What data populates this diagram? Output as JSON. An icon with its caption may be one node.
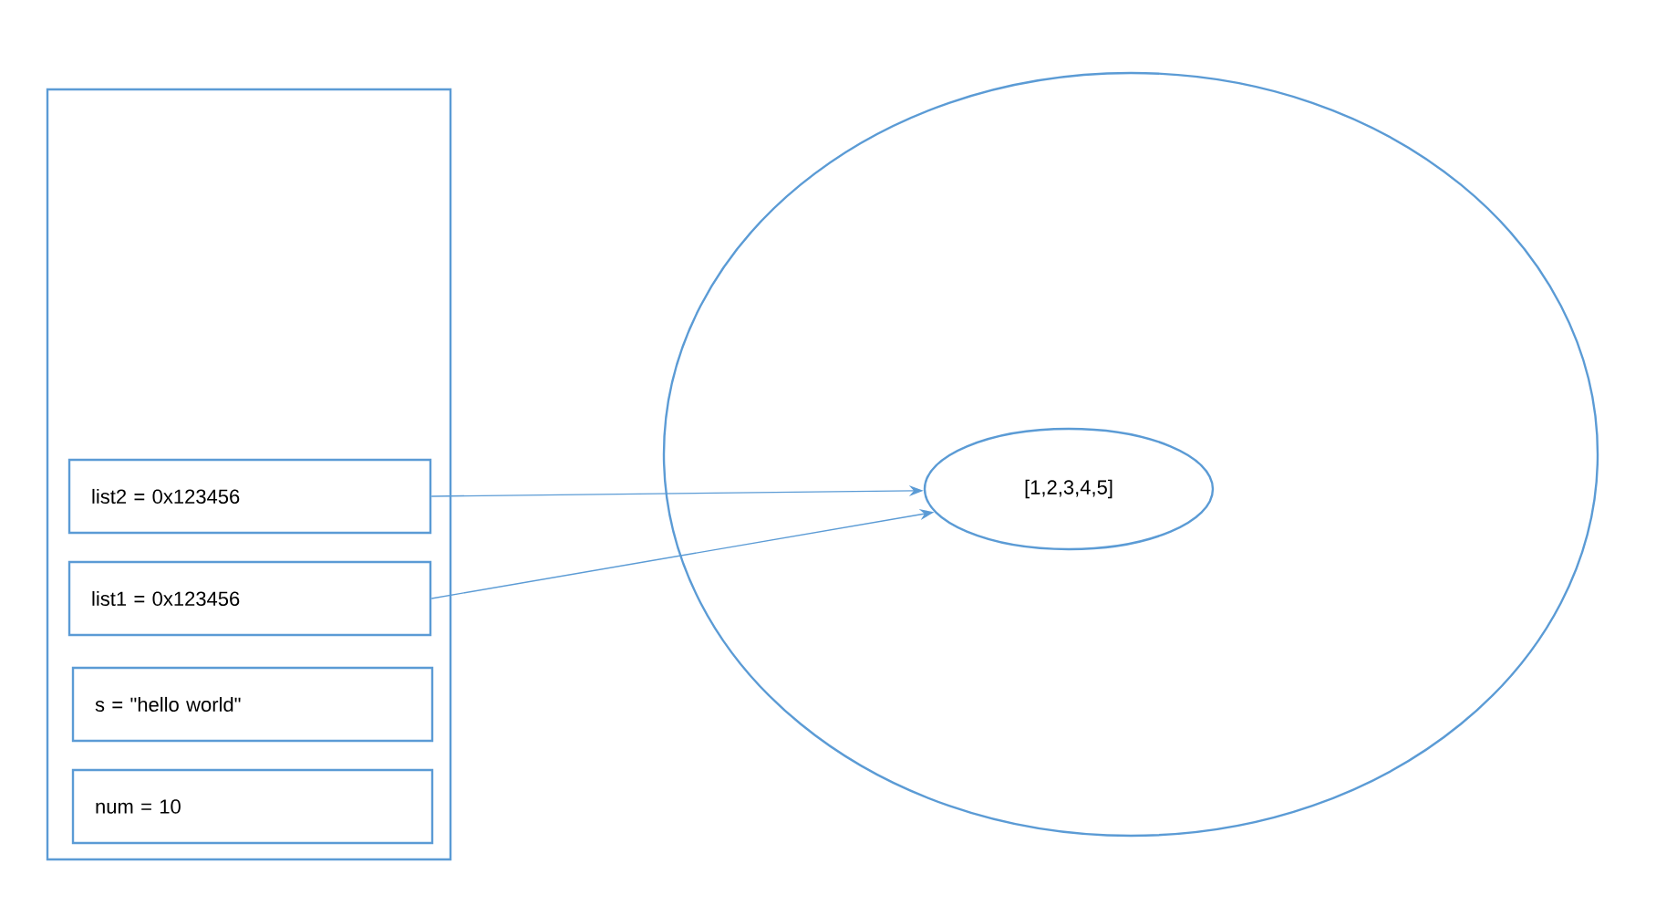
{
  "diagram": {
    "nodes": [
      {
        "text": [],
        "shape": "box"
      },
      {
        "text": [
          "list2 = 0x123456"
        ],
        "in": 0
      },
      {
        "text": [
          "list1 = 0x123456"
        ],
        "in": 0
      },
      {
        "text": [
          "s = \"hello world\""
        ],
        "in": 0
      },
      {
        "text": [
          "num = 10"
        ],
        "in": 0
      },
      {
        "text": [],
        "shape": "circle"
      },
      {
        "text": [
          "[1,2,3,4,5]"
        ],
        "in": 5
      }
    ],
    "edges": [
      {
        "from": 1,
        "to": 6,
        "arrow": "to"
      },
      {
        "from": 2,
        "to": 6,
        "arrow": "to"
      }
    ]
  }
}
